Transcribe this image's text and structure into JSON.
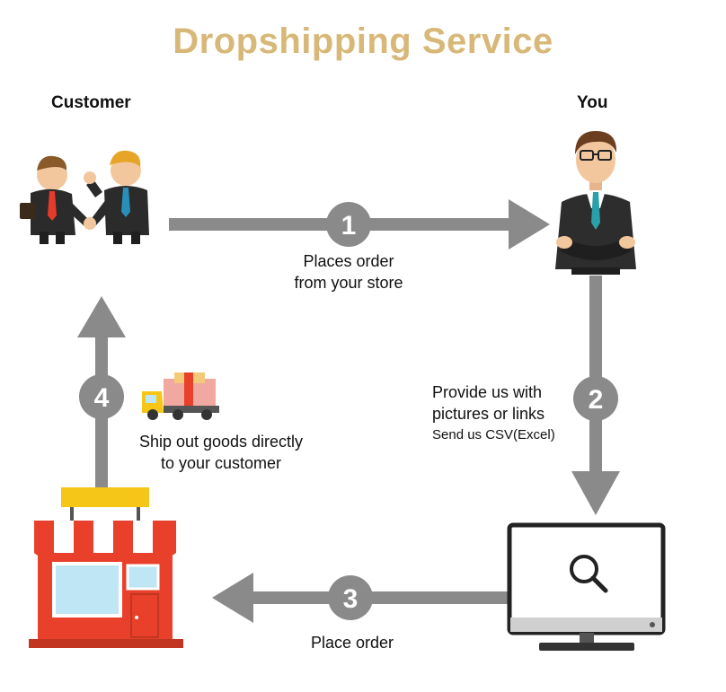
{
  "title": "Dropshipping Service",
  "actors": {
    "customer": "Customer",
    "you": "You"
  },
  "steps": [
    {
      "number": "1",
      "line1": "Places order",
      "line2": "from your store"
    },
    {
      "number": "2",
      "line1": "Provide us with",
      "line2": "pictures or links",
      "line3": "Send us CSV(Excel)"
    },
    {
      "number": "3",
      "line1": "Place order"
    },
    {
      "number": "4",
      "line1": "Ship out goods directly",
      "line2": "to your customer"
    }
  ],
  "colors": {
    "title": "#d8b878",
    "arrow": "#8a8a8a",
    "store_red": "#e8402a",
    "store_yellow": "#f5c518"
  },
  "icons": [
    "handshake-customers",
    "businessman",
    "computer-search",
    "delivery-truck",
    "storefront"
  ]
}
